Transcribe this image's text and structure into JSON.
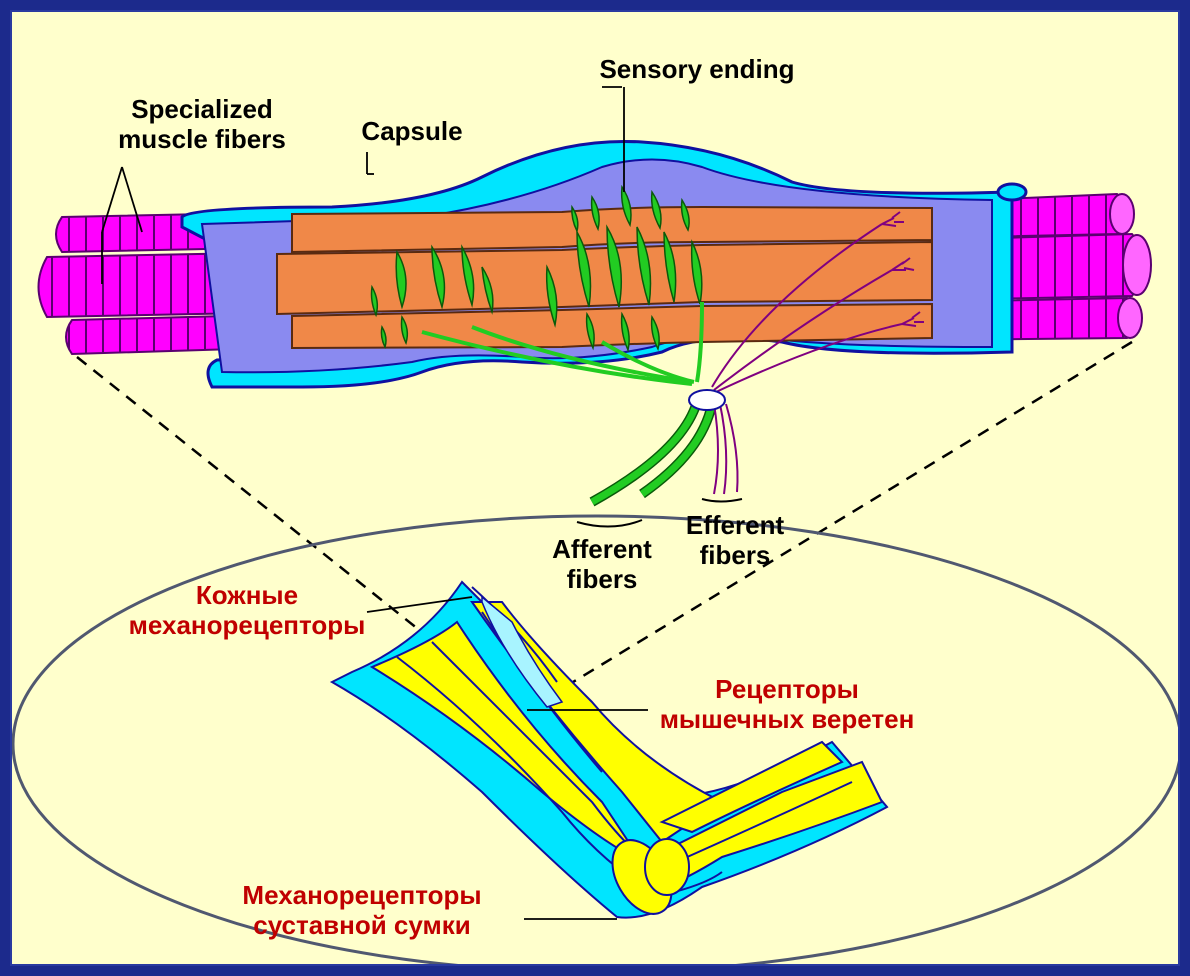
{
  "labels": {
    "specialized_muscle_fibers": [
      "Specialized",
      "muscle fibers"
    ],
    "capsule": "Capsule",
    "sensory_ending": "Sensory ending",
    "afferent_fibers": [
      "Afferent",
      "fibers"
    ],
    "efferent_fibers": [
      "Efferent",
      "fibers"
    ],
    "skin_mechanoreceptors": [
      "Кожные",
      "механорецепторы"
    ],
    "muscle_spindle_receptors": [
      "Рецепторы",
      "мышечных веретен"
    ],
    "joint_capsule_mechanoreceptors": [
      "Механорецепторы",
      "суставной сумки"
    ]
  },
  "colors": {
    "background": "#ffffcc",
    "frame": "#1c2a8c",
    "capsule": "#00e5ff",
    "capsule_inner": "#8a8af0",
    "intrafusal_fiber": "#f08848",
    "extrafusal_muscle": "#ff00ff",
    "sensory_ending": "#22cc22",
    "efferent_nerve": "#800080",
    "bone": "#ffff00",
    "russian_label": "#c00000"
  }
}
